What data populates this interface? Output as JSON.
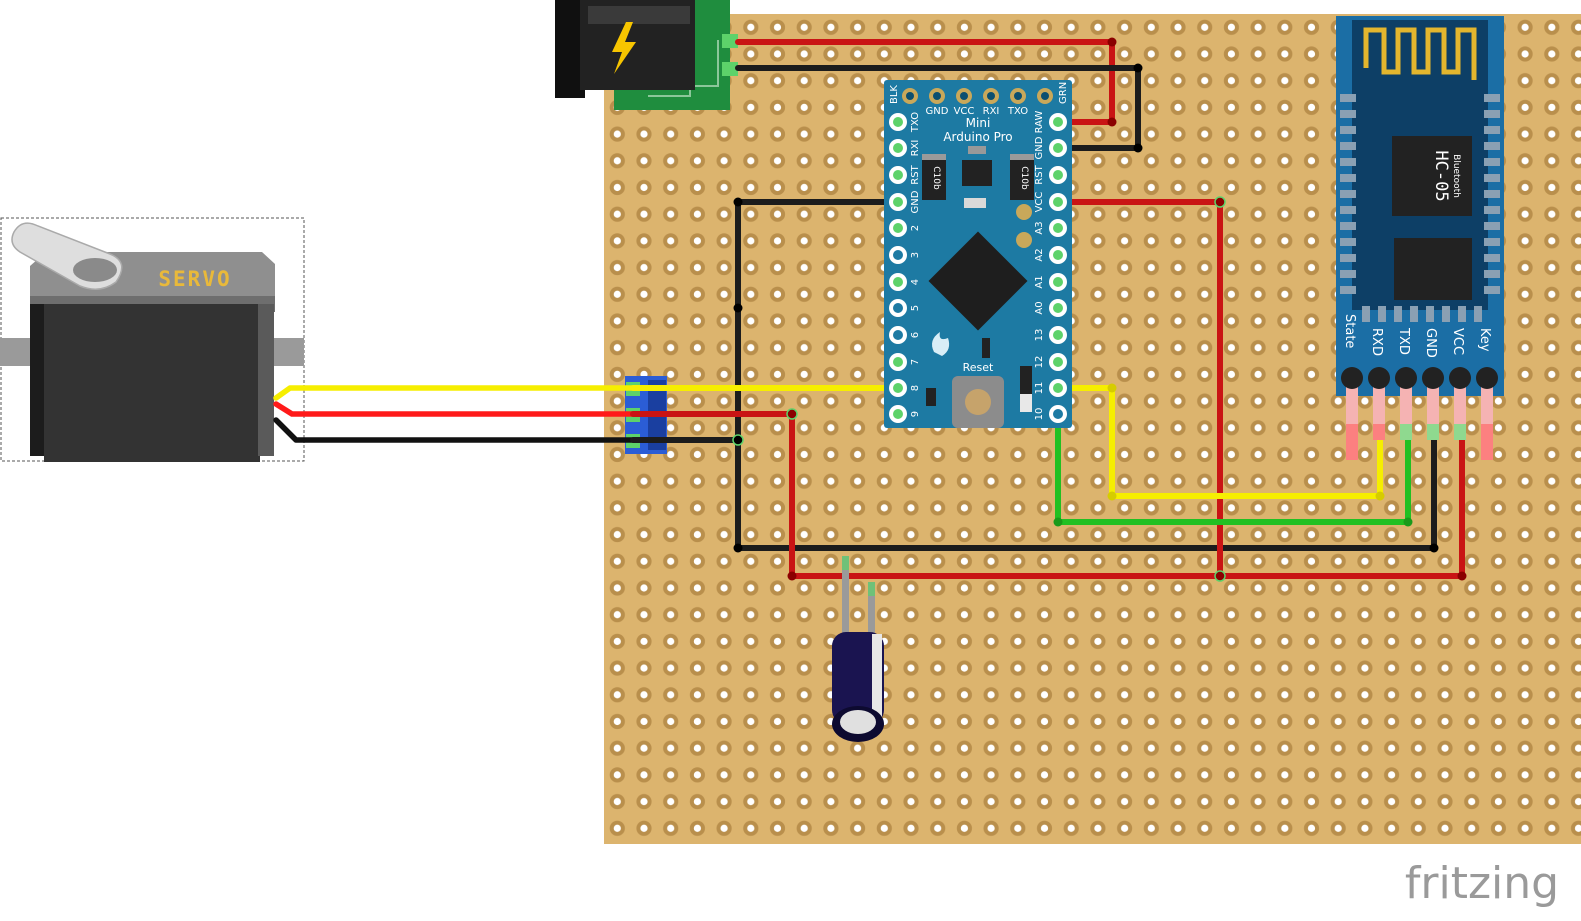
{
  "servo": {
    "label": "SERVO"
  },
  "arduino": {
    "title_line1": "Mini",
    "title_line2": "Arduino Pro",
    "reset_label": "Reset",
    "chip_label": "C10b",
    "top_pins": [
      "BLK",
      "GND",
      "VCC",
      "RXI",
      "TXO",
      "GRN"
    ],
    "left_pins": [
      "TXO",
      "RXI",
      "RST",
      "GND",
      "2",
      "3",
      "4",
      "5",
      "6",
      "7",
      "8",
      "9"
    ],
    "right_pins": [
      "RAW",
      "GND",
      "RST",
      "VCC",
      "A3",
      "A2",
      "A1",
      "A0",
      "13",
      "12",
      "11",
      "10"
    ]
  },
  "bluetooth": {
    "name": "HC-05",
    "subtitle": "Bluetooth",
    "pins": [
      "State",
      "RXD",
      "TXD",
      "GND",
      "VCC",
      "Key"
    ]
  },
  "footer": {
    "logo": "fritzing"
  },
  "colors": {
    "board": "#dcb46e",
    "hole_ring": "#b98f4c",
    "wire_red": "#c91414",
    "wire_black": "#1c1c1c",
    "wire_yellow": "#f6ee00",
    "wire_green": "#22c022",
    "arduino_blue": "#1d7aa3",
    "bt_blue": "#1b6ea5"
  }
}
